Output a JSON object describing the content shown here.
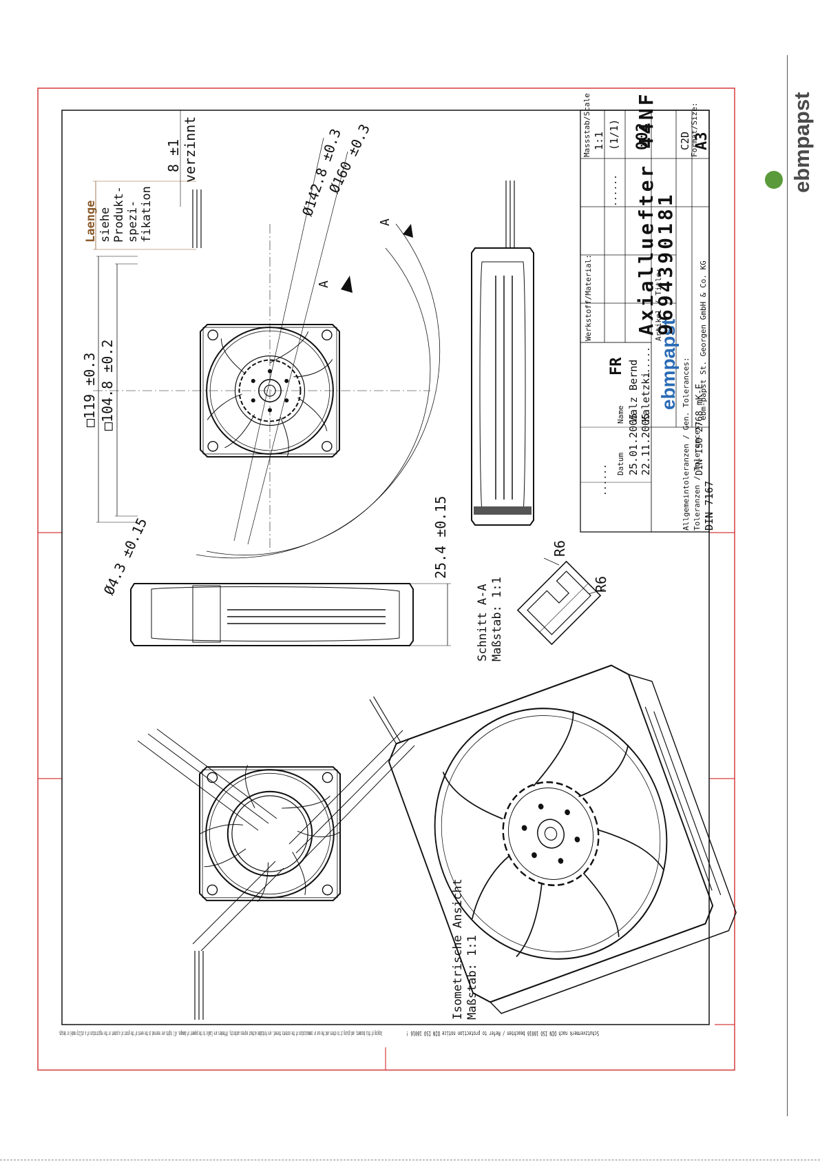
{
  "brand": {
    "name": "ebmpapst",
    "color": "#5a9a3a"
  },
  "colors": {
    "frame": "#d63a3a",
    "line": "#111111",
    "dim_note": "#8b5a2b"
  },
  "dimensions": {
    "lead_len": "8 ±1",
    "tinned": "verzinnt",
    "length_note": [
      "Laenge",
      "siehe",
      "Produkt-",
      "spezi-",
      "fikation"
    ],
    "dia_142": "Ø142.8 ±0.3",
    "dia_160": "Ø160 ±0.3",
    "sq_119": "□119 ±0.3",
    "sq_104": "□104.8 ±0.2",
    "hole": "Ø4.3 ±0.15",
    "depth": "25.4 ±0.15",
    "section_mark": "A",
    "r6a": "R6",
    "r6b": "R6"
  },
  "section": {
    "title": "Schnitt A-A",
    "scale": "Maßstab: 1:1"
  },
  "iso": {
    "title": "Isometrische Ansicht",
    "scale": "Maßstab: 1:1"
  },
  "title_block": {
    "title": "Axialluefter 44NF",
    "number": "9694390181",
    "revision": "002",
    "scale_label": "Massstab/Scale",
    "scale": "1:1",
    "page": "(1/1)",
    "format_label": "Format/Size:",
    "format": "A3",
    "cad": "C2D",
    "status_code": "FR",
    "created_date": "25.01.2005",
    "created_name": "Walz Bernd",
    "checked_date": "22.11.2005",
    "checked_name": "Kaletzki",
    "datum_label": "Datum",
    "name_label": "Name",
    "tolerance_label": "Toleranzen / Tolerances:",
    "tolerance_std": "DIN 7167",
    "general_tol_label": "Allgemeintoleranzen / Gen. Tolerances:",
    "general_tol": "DIN ISO 2768 mK-E",
    "material_label": "Werkstoff/Material:",
    "article_label": "Artikel / Title:",
    "company_line": "ebm-papst St. Georgen GmbH & Co. KG",
    "placeholder": "......"
  },
  "notes": {
    "copyright": "Copying of this document, and giving it to others and the use or communication of the contents thereof, are forbidden without express authority. Offenders are liable to the payment of damages. All rights are reserved in the event of the grant of a patent or the registration of a utility model or design.",
    "protection": "Schutzvermerk nach DIN ISO 16016 beachten / Refer to protection notice DIN ISO 16016 !"
  }
}
